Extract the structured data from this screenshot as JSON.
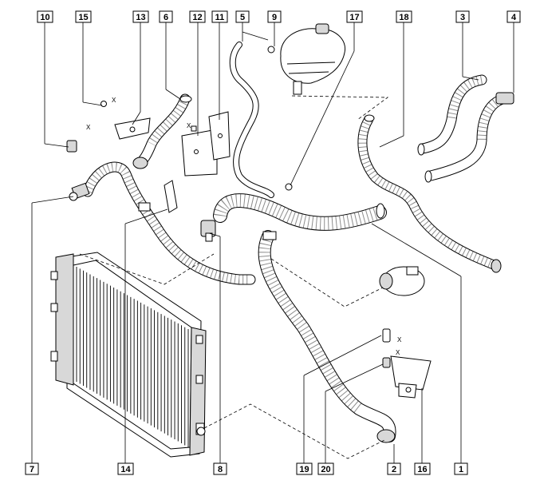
{
  "callouts": {
    "c1": "1",
    "c2": "2",
    "c3": "3",
    "c4": "4",
    "c5": "5",
    "c6": "6",
    "c7": "7",
    "c8": "8",
    "c9": "9",
    "c10": "10",
    "c11": "11",
    "c12": "12",
    "c13": "13",
    "c14": "14",
    "c15": "15",
    "c16": "16",
    "c17": "17",
    "c18": "18",
    "c19": "19",
    "c20": "20"
  },
  "marks": {
    "x": "X"
  }
}
